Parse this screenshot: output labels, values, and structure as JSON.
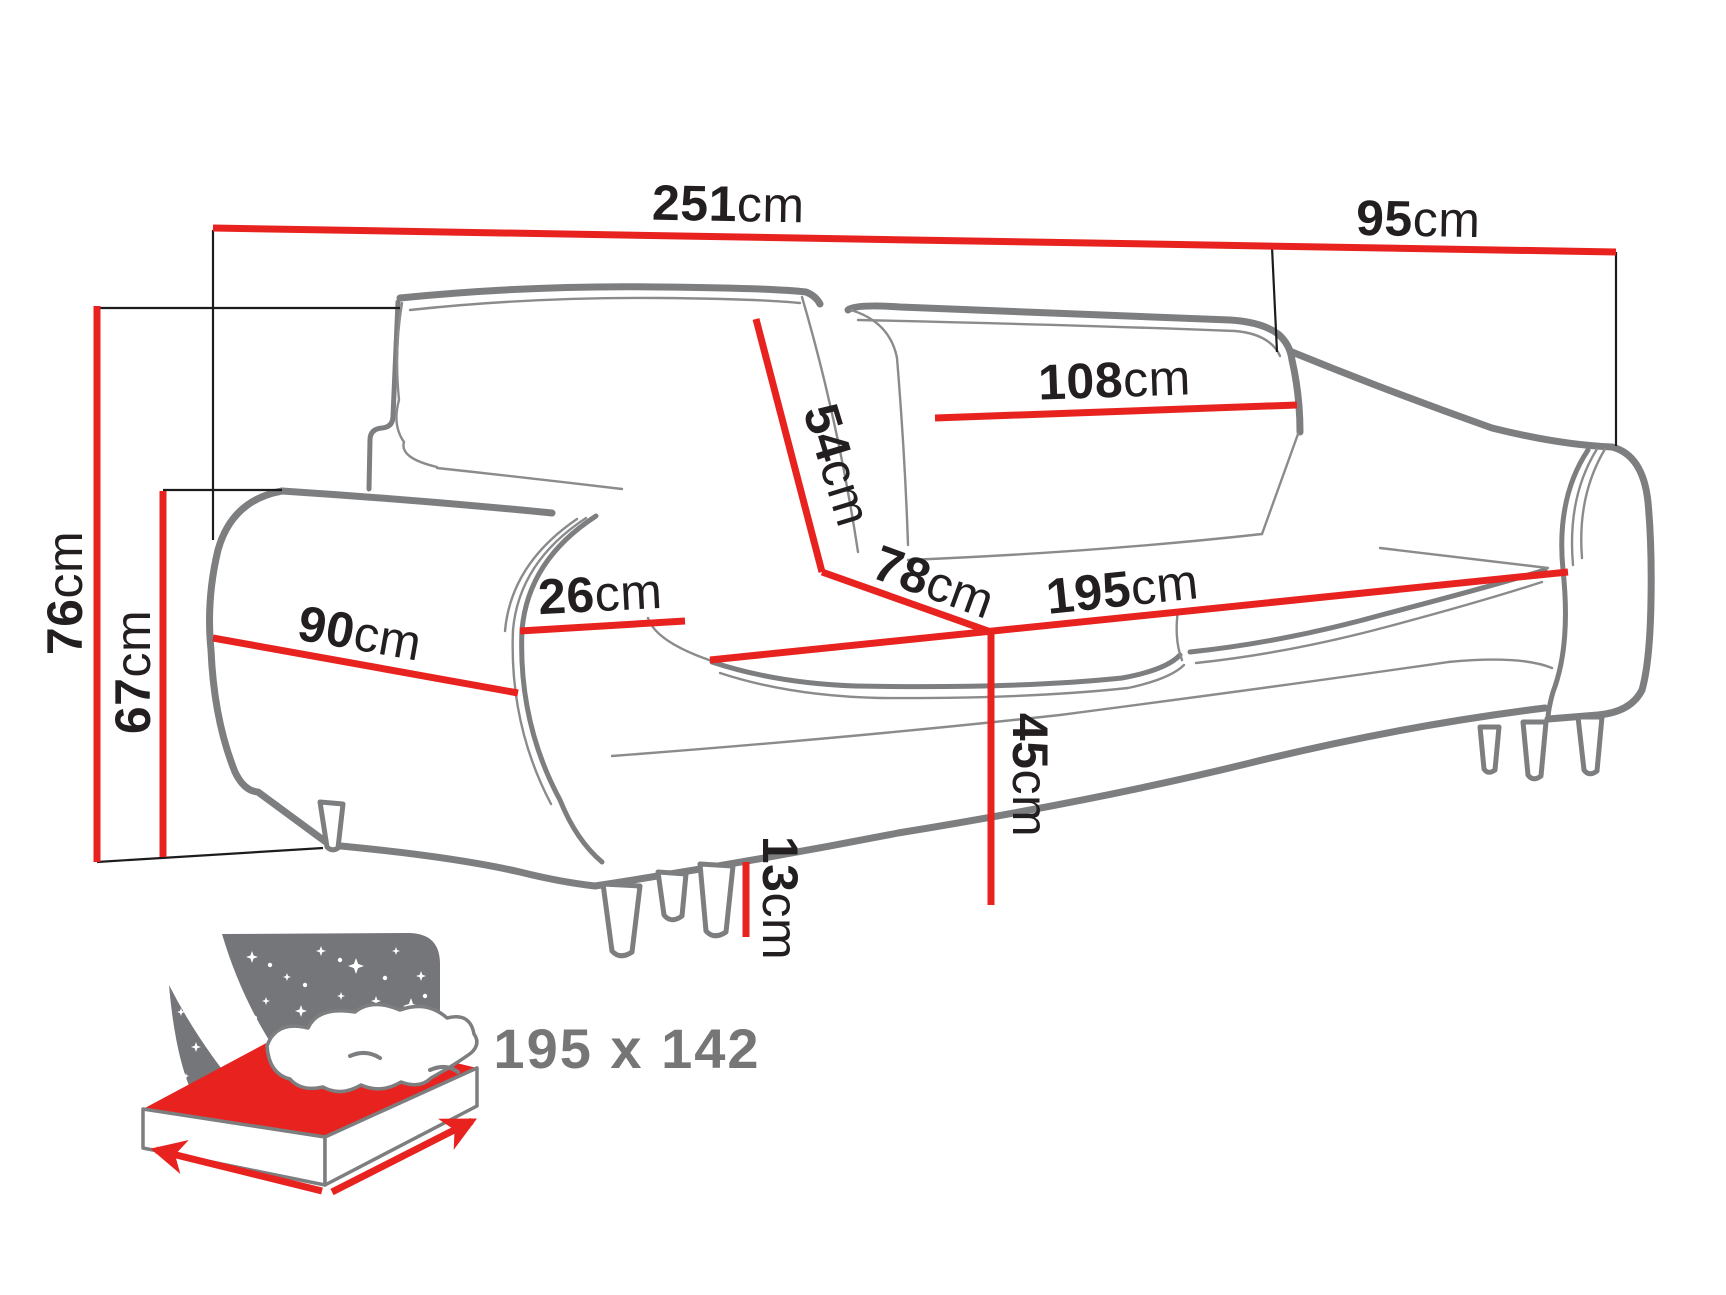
{
  "diagram": {
    "title": "sofa-dimension-diagram",
    "colors": {
      "dimension_red": "#e8231f",
      "sofa_line_gray": "#7d7e80",
      "label_black": "#231f20",
      "muted_gray": "#767677",
      "background": "#ffffff"
    },
    "dims": {
      "overall_width": {
        "value": "251",
        "unit": "cm"
      },
      "overall_depth": {
        "value": "95",
        "unit": "cm"
      },
      "back_cushion_width": {
        "value": "108",
        "unit": "cm"
      },
      "backrest_height": {
        "value": "54",
        "unit": "cm"
      },
      "seat_depth": {
        "value": "78",
        "unit": "cm"
      },
      "seat_width": {
        "value": "195",
        "unit": "cm"
      },
      "armrest_width": {
        "value": "26",
        "unit": "cm"
      },
      "armrest_length": {
        "value": "90",
        "unit": "cm"
      },
      "overall_height": {
        "value": "76",
        "unit": "cm"
      },
      "armrest_height": {
        "value": "67",
        "unit": "cm"
      },
      "seat_height": {
        "value": "45",
        "unit": "cm"
      },
      "leg_height": {
        "value": "13",
        "unit": "cm"
      }
    },
    "sleeping_area": {
      "value": "195 x 142"
    }
  }
}
